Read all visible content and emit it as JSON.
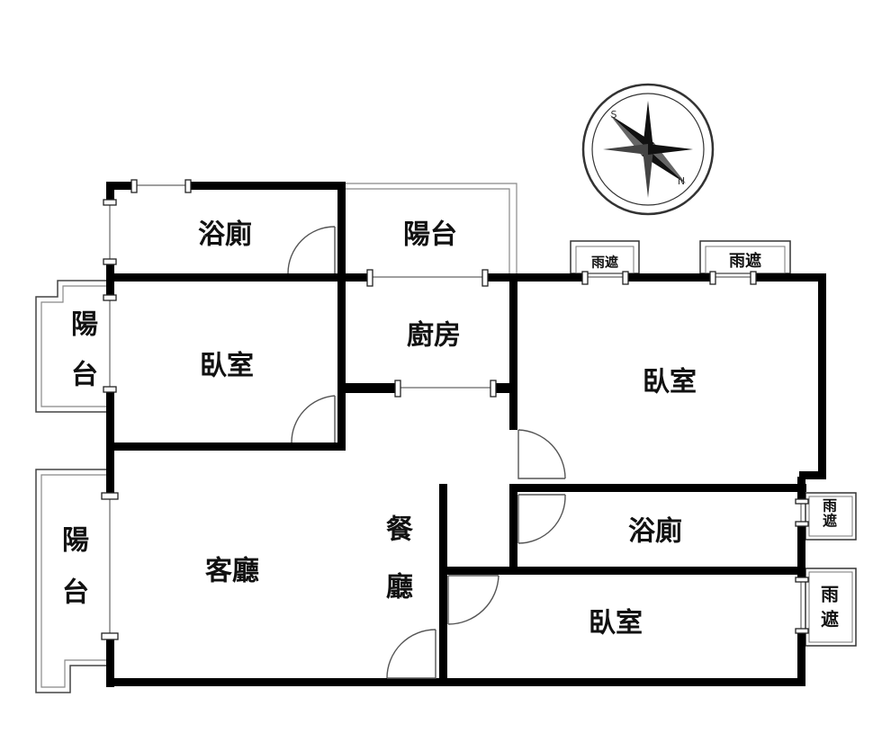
{
  "rooms": {
    "bath_top_left": "浴廁",
    "balcony_top": "陽台",
    "kitchen": "廚房",
    "bedroom_left": "臥室",
    "bedroom_right": "臥室",
    "bath_right": "浴廁",
    "bedroom_bottom": "臥室",
    "living_room": "客廳",
    "dining_top": "餐",
    "dining_bottom": "廳",
    "balcony_left_top": "陽",
    "balcony_left_bottom": "台",
    "balcony_left2_top": "陽",
    "balcony_left2_bottom": "台"
  },
  "awnings": {
    "a1": "雨遮",
    "a2": "雨遮",
    "a3_top": "雨",
    "a3_bottom": "遮",
    "a4_top": "雨",
    "a4_bottom": "遮"
  },
  "compass": {
    "south": "S",
    "north": "N",
    "icon": "compass-rose-icon"
  },
  "colors": {
    "wall": "#000000",
    "background": "#ffffff"
  }
}
